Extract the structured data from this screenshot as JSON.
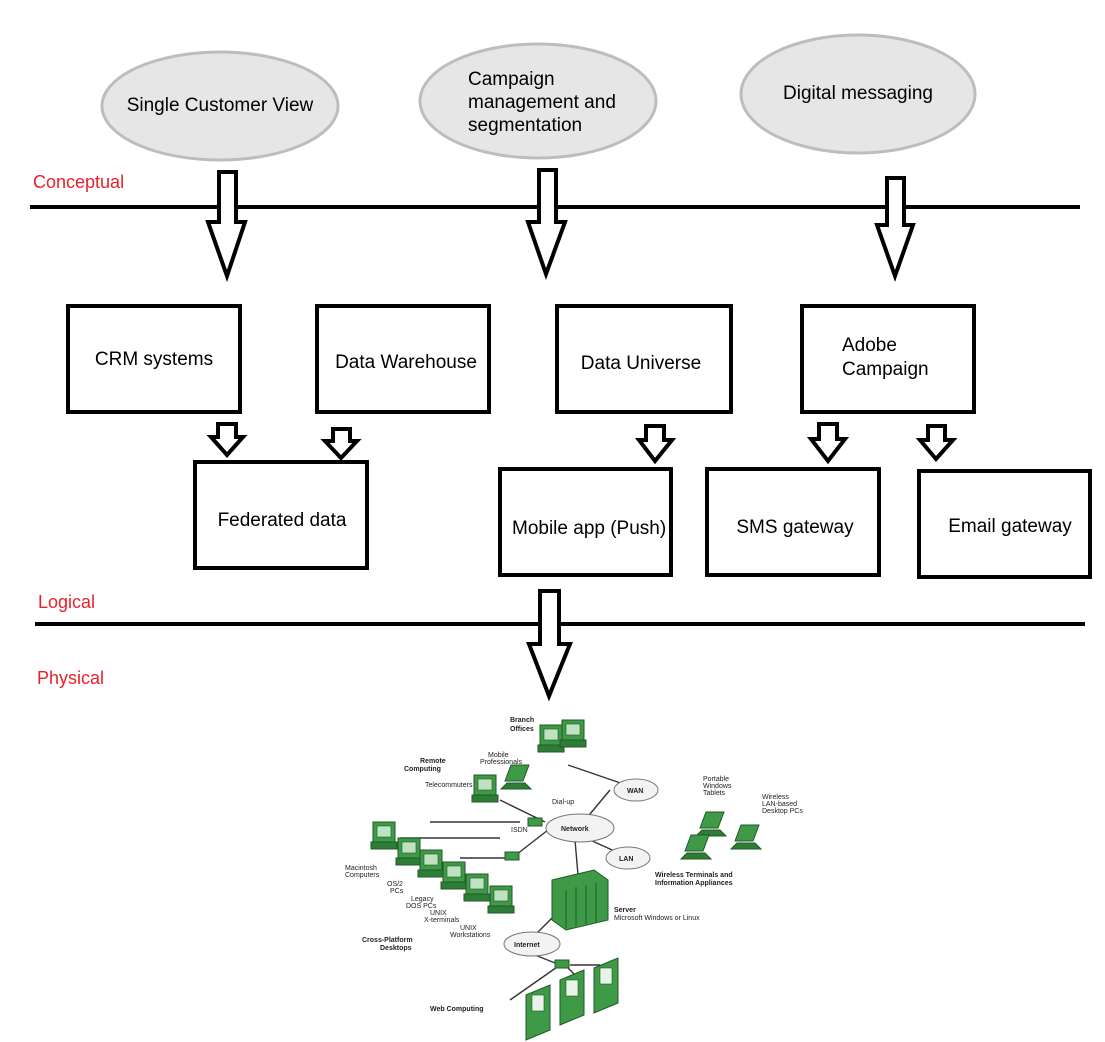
{
  "levels": {
    "conceptual": "Conceptual",
    "logical": "Logical",
    "physical": "Physical"
  },
  "concepts": {
    "single_customer_view": "Single Customer View",
    "campaign_line1": "Campaign",
    "campaign_line2": "management and",
    "campaign_line3": "segmentation",
    "digital_messaging": "Digital messaging"
  },
  "systems": {
    "crm": "CRM systems",
    "data_warehouse": "Data Warehouse",
    "data_universe": "Data Universe",
    "adobe_line1": "Adobe",
    "adobe_line2": "Campaign",
    "federated": "Federated data",
    "mobile_app": "Mobile app (Push)",
    "sms": "SMS gateway",
    "email": "Email gateway"
  },
  "physical_diagram": {
    "branch_offices_1": "Branch",
    "branch_offices_2": "Offices",
    "remote_computing_1": "Remote",
    "remote_computing_2": "Computing",
    "mobile_professionals_1": "Mobile",
    "mobile_professionals_2": "Professionals",
    "telecommuters": "Telecommuters",
    "dial_up": "Dial-up",
    "isdn": "ISDN",
    "wan": "WAN",
    "network": "Network",
    "lan": "LAN",
    "internet": "Internet",
    "portable_1": "Portable",
    "portable_2": "Windows",
    "portable_3": "Tablets",
    "wireless_lan_1": "Wireless",
    "wireless_lan_2": "LAN-based",
    "wireless_lan_3": "Desktop PCs",
    "wireless_terminals_1": "Wireless Terminals and",
    "wireless_terminals_2": "Information Appliances",
    "server": "Server",
    "server_os": "Microsoft Windows or Linux",
    "macintosh_1": "Macintosh",
    "macintosh_2": "Computers",
    "os2_1": "OS/2",
    "os2_2": "PCs",
    "legacy_1": "Legacy",
    "legacy_2": "DOS PCs",
    "unix_term_1": "UNIX",
    "unix_term_2": "X-terminals",
    "unix_ws_1": "UNIX",
    "unix_ws_2": "Workstations",
    "cross_platform_1": "Cross-Platform",
    "cross_platform_2": "Desktops",
    "web_computing": "Web Computing"
  },
  "colors": {
    "level_label": "#e8202a",
    "ellipse_fill": "#e6e6e6",
    "ellipse_stroke": "#bdbdbd",
    "equipment_green": "#3f9a47"
  }
}
